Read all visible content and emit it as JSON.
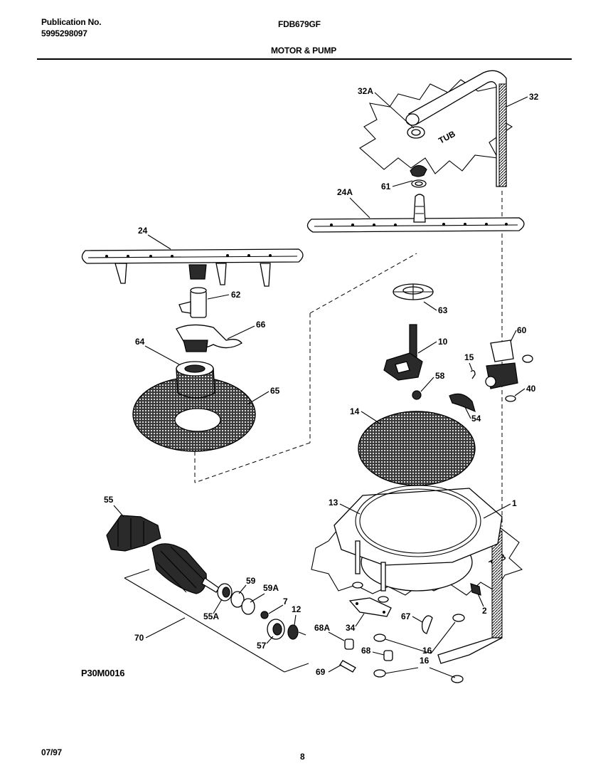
{
  "header": {
    "publication_label": "Publication No.",
    "publication_number": "5995298097",
    "model": "FDB679GF",
    "section_title": "MOTOR & PUMP"
  },
  "footer": {
    "diagram_code": "P30M0016",
    "date": "07/97",
    "page_number": "8"
  },
  "diagram": {
    "tub_labels": [
      "TUB",
      "TUB"
    ],
    "part_labels": {
      "p32A": "32A",
      "p32": "32",
      "p61": "61",
      "p24A": "24A",
      "p24": "24",
      "p62": "62",
      "p63": "63",
      "p66": "66",
      "p10": "10",
      "p60": "60",
      "p64": "64",
      "p15": "15",
      "p58": "58",
      "p40": "40",
      "p65": "65",
      "p54": "54",
      "p14": "14",
      "p55": "55",
      "p13": "13",
      "p1": "1",
      "p59": "59",
      "p59A": "59A",
      "p7": "7",
      "p12": "12",
      "p55A": "55A",
      "p2": "2",
      "p67": "67",
      "p70": "70",
      "p68A": "68A",
      "p34": "34",
      "p57": "57",
      "p68": "68",
      "p16a": "16",
      "p69": "69",
      "p16b": "16"
    }
  }
}
